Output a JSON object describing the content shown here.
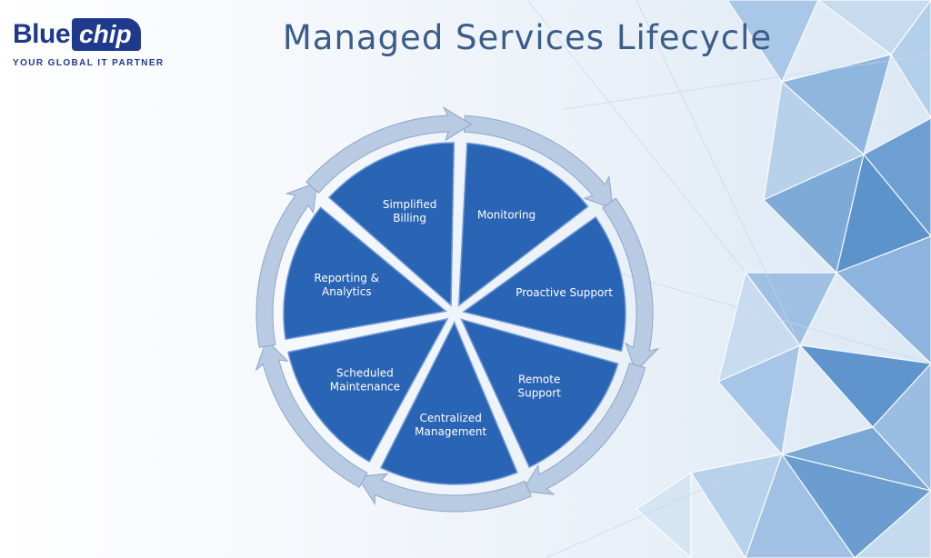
{
  "brand": {
    "logo_part1": "Blue",
    "logo_part2": "chip",
    "tagline": "YOUR GLOBAL IT PARTNER"
  },
  "title": "Managed Services Lifecycle",
  "segments": [
    {
      "lines": [
        "Monitoring"
      ]
    },
    {
      "lines": [
        "Proactive Support"
      ]
    },
    {
      "lines": [
        "Remote",
        "Support"
      ]
    },
    {
      "lines": [
        "Centralized",
        "Management"
      ]
    },
    {
      "lines": [
        "Scheduled",
        "Maintenance"
      ]
    },
    {
      "lines": [
        "Reporting &",
        "Analytics"
      ]
    },
    {
      "lines": [
        "Simplified",
        "Billing"
      ]
    }
  ],
  "colors": {
    "segment_fill": "#2a64b4",
    "arrow_fill": "#b9cae3",
    "title": "#3a5d8a",
    "brand": "#1f3a8c"
  }
}
